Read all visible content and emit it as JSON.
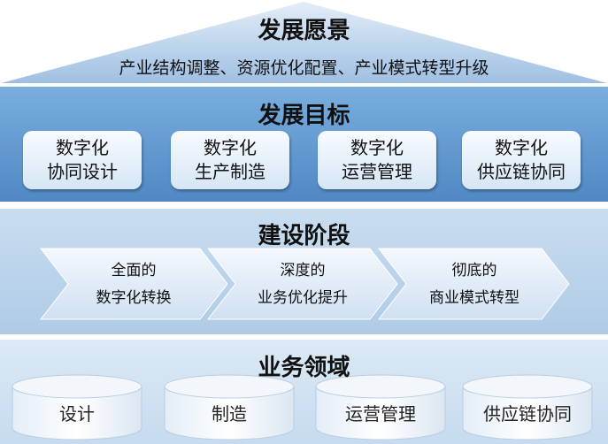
{
  "vision": {
    "title": "发展愿景",
    "subtitle": "产业结构调整、资源优化配置、产业模式转型升级"
  },
  "goals": {
    "title": "发展目标",
    "items": [
      {
        "line1": "数字化",
        "line2": "协同设计"
      },
      {
        "line1": "数字化",
        "line2": "生产制造"
      },
      {
        "line1": "数字化",
        "line2": "运营管理"
      },
      {
        "line1": "数字化",
        "line2": "供应链协同"
      }
    ]
  },
  "stages": {
    "title": "建设阶段",
    "items": [
      {
        "line1": "全面的",
        "line2": "数字化转换"
      },
      {
        "line1": "深度的",
        "line2": "业务优化提升"
      },
      {
        "line1": "彻底的",
        "line2": "商业模式转型"
      }
    ]
  },
  "domains": {
    "title": "业务领域",
    "items": [
      "设计",
      "制造",
      "运营管理",
      "供应链协同"
    ]
  },
  "colors": {
    "goals_band": "#5b93cc",
    "stages_band": "#b9d3ea",
    "domains_band": "#d3e3f2",
    "roof": "#a9c6e4"
  }
}
